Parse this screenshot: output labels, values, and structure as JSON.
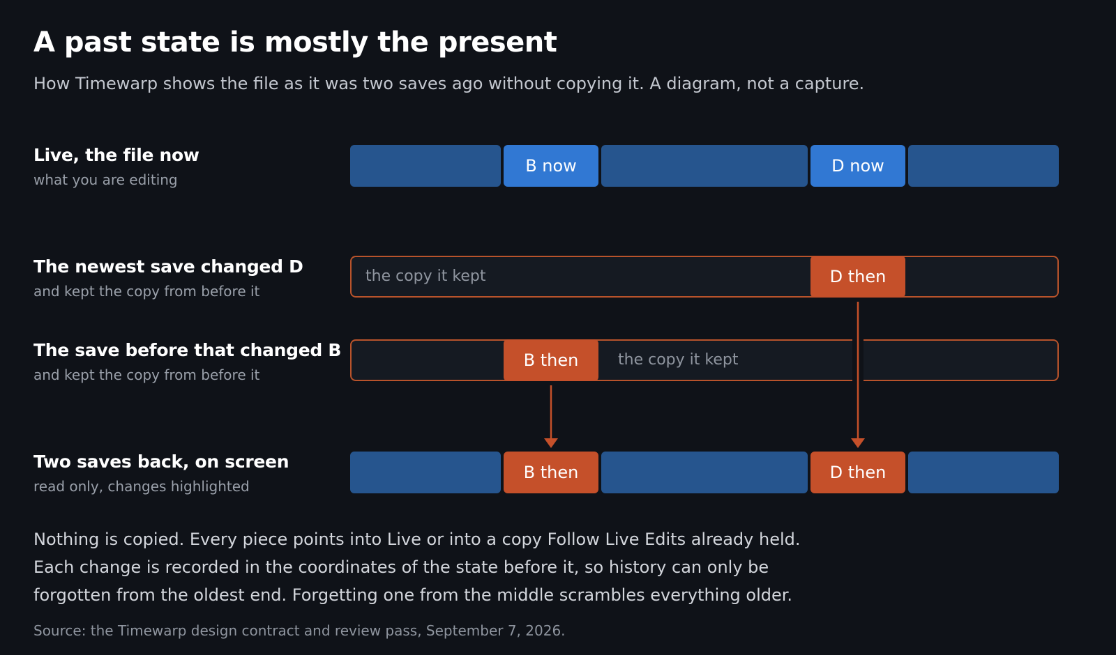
{
  "title": "A past state is mostly the present",
  "subtitle": "How Timewarp shows the file as it was two saves ago without copying it. A diagram, not a capture.",
  "rows": [
    {
      "name": "Live, the file now",
      "desc": "what you are editing",
      "segments": [
        "B now",
        "D now"
      ]
    },
    {
      "name": "The newest save changed D",
      "desc": "and kept the copy from before it",
      "kept_label": "the copy it kept",
      "segment": "D then"
    },
    {
      "name": "The save before that changed B",
      "desc": "and kept the copy from before it",
      "kept_label": "the copy it kept",
      "segment": "B then"
    },
    {
      "name": "Two saves back, on screen",
      "desc": "read only, changes highlighted",
      "segments": [
        "B then",
        "D then"
      ]
    }
  ],
  "body": [
    "Nothing is copied. Every piece points into Live or into a copy Follow Live Edits already held.",
    "Each change is recorded in the coordinates of the state before it, so history can only be",
    "forgotten from the oldest end. Forgetting one from the middle scrambles everything older."
  ],
  "source": "Source: the Timewarp design contract and review pass, September 7, 2026.",
  "colors": {
    "background": "#0f1218",
    "live_segment": "#26558e",
    "live_changed": "#3178d3",
    "past_changed": "#c5502a",
    "outline": "#b8532b"
  }
}
